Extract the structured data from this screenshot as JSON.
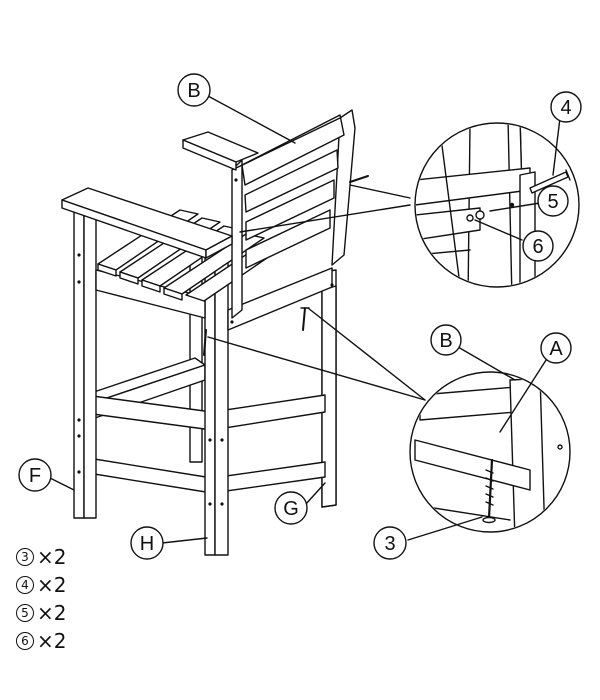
{
  "callouts": {
    "B_top": "B",
    "item4": "4",
    "item5": "5",
    "item6": "6",
    "B_detail": "B",
    "A_detail": "A",
    "F": "F",
    "G": "G",
    "H": "H",
    "item3": "3"
  },
  "parts": [
    {
      "num": "3",
      "qty": "×2"
    },
    {
      "num": "4",
      "qty": "×2"
    },
    {
      "num": "5",
      "qty": "×2"
    },
    {
      "num": "6",
      "qty": "×2"
    }
  ],
  "colors": {
    "line": "#111111",
    "fill": "#ffffff"
  }
}
